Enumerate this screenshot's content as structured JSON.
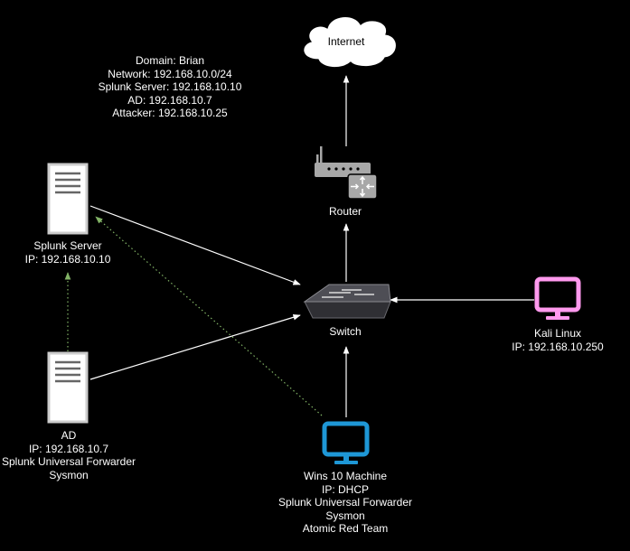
{
  "colors": {
    "background": "#000000",
    "text": "#ffffff",
    "link": "#ffffff",
    "log_forwarding": "#82b366",
    "server_stroke": "#cccccc",
    "server_fill": "#ffffff",
    "router_fill": "#a8a8a8",
    "kali_monitor": "#ff99ee",
    "windows_monitor": "#1e97d6"
  },
  "info_box": {
    "lines": [
      "Domain: Brian",
      "Network: 192.168.10.0/24",
      "Splunk Server: 192.168.10.10",
      "AD: 192.168.10.7",
      "Attacker: 192.168.10.25"
    ]
  },
  "nodes": {
    "internet": {
      "icon": "cloud-icon",
      "label": "Internet"
    },
    "router": {
      "icon": "router-icon",
      "label": "Router"
    },
    "switch": {
      "icon": "switch-icon",
      "label": "Switch"
    },
    "splunk_server": {
      "icon": "server-icon",
      "lines": [
        "Splunk Server",
        "IP: 192.168.10.10"
      ]
    },
    "ad": {
      "icon": "server-icon",
      "lines": [
        "AD",
        "IP: 192.168.10.7",
        "Splunk Universal Forwarder",
        "Sysmon"
      ]
    },
    "kali": {
      "icon": "monitor-icon",
      "lines": [
        "Kali Linux",
        "IP: 192.168.10.250"
      ]
    },
    "windows": {
      "icon": "monitor-icon",
      "lines": [
        "Wins 10 Machine",
        "IP: DHCP",
        "Splunk Universal Forwarder",
        "Sysmon",
        "Atomic Red Team"
      ]
    }
  }
}
